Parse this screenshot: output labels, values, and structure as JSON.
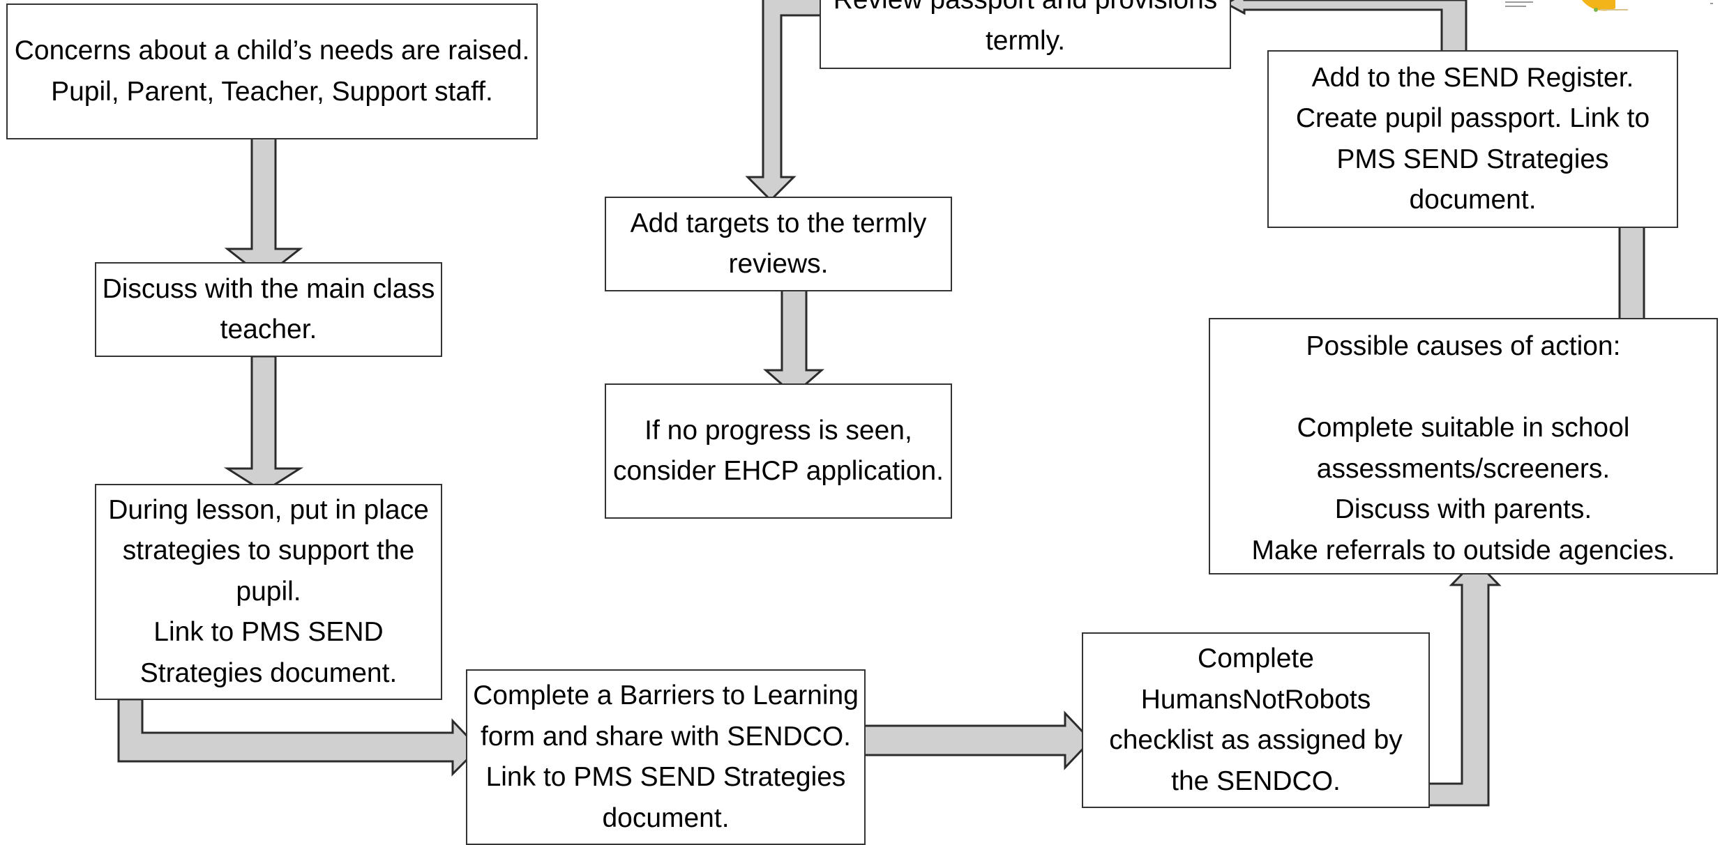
{
  "boxes": {
    "concerns": "Concerns about a child’s needs are raised.\nPupil, Parent, Teacher, Support staff.",
    "discuss_teacher": "Discuss with the main class teacher.",
    "during_lesson": "During lesson, put in place strategies to support the pupil.\nLink to PMS SEND Strategies document.",
    "barriers_form": "Complete a Barriers to Learning form and share with SENDCO. Link to PMS SEND Strategies document.",
    "humansnotrobots": "Complete HumansNotRobots checklist as assigned by the SENDCO.",
    "possible_causes": "Possible causes of action:\n\nComplete suitable in school assessments/screeners.\nDiscuss with parents.\nMake referrals to outside agencies.",
    "send_register": "Add to the SEND Register.\nCreate pupil passport. Link to PMS SEND Strategies document.",
    "review_passport": "Review passport and provisions termly.",
    "add_targets": "Add targets to the termly reviews.",
    "no_progress": "If no progress is seen, consider EHCP application."
  },
  "colors": {
    "arrow_fill": "#d0d0d0",
    "arrow_stroke": "#2b2b2b",
    "box_border": "#333333",
    "thumb_accent": "#f2b418"
  }
}
